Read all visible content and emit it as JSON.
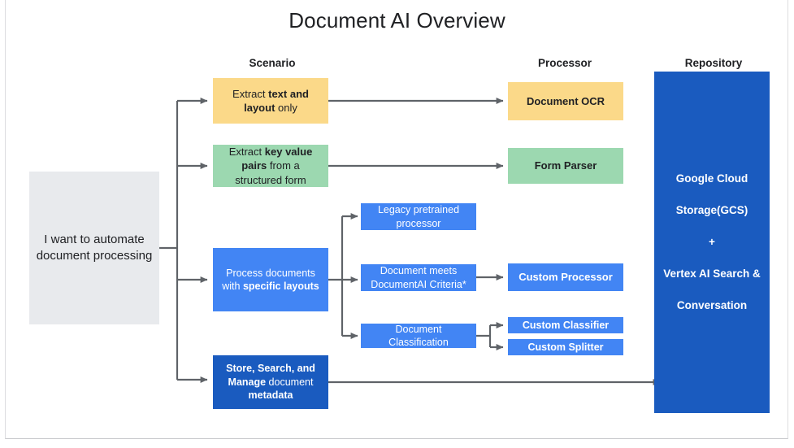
{
  "diagram": {
    "title": "Document AI Overview",
    "columns": [
      {
        "key": "scenario",
        "label": "Scenario"
      },
      {
        "key": "processor",
        "label": "Processor"
      },
      {
        "key": "repository",
        "label": "Repository"
      }
    ],
    "colors": {
      "gray": "#e8eaed",
      "yellow": "#fbd989",
      "green": "#9cd8b0",
      "blue": "#4285f4",
      "dark_blue": "#1a5bbf",
      "arrow": "#5f6368",
      "text": "#202124",
      "text_inverse": "#ffffff"
    },
    "entry": {
      "label": "I want to automate document processing"
    },
    "scenarios": [
      {
        "id": "extract-text-layout",
        "color": "yellow",
        "parts": [
          {
            "text": "Extract ",
            "bold": false
          },
          {
            "text": "text and layout",
            "bold": true
          },
          {
            "text": " only",
            "bold": false
          }
        ]
      },
      {
        "id": "extract-key-value",
        "color": "green",
        "parts": [
          {
            "text": "Extract ",
            "bold": false
          },
          {
            "text": "key value pairs",
            "bold": true
          },
          {
            "text": " from a structured form",
            "bold": false
          }
        ]
      },
      {
        "id": "process-specific-layouts",
        "color": "blue",
        "parts": [
          {
            "text": "Process documents with ",
            "bold": false
          },
          {
            "text": "specific layouts",
            "bold": true
          }
        ]
      },
      {
        "id": "store-search-manage",
        "color": "dark_blue",
        "parts": [
          {
            "text": "Store, Search, and Manage",
            "bold": true
          },
          {
            "text": " document ",
            "bold": false
          },
          {
            "text": "metadata",
            "bold": true
          }
        ]
      }
    ],
    "criteria": [
      {
        "id": "legacy-pretrained-processor",
        "label": "Legacy pretrained processor",
        "color": "blue"
      },
      {
        "id": "document-meets-criteria",
        "label": "Document meets DocumentAI Criteria*",
        "color": "blue"
      },
      {
        "id": "document-classification",
        "label": "Document Classification",
        "color": "blue"
      }
    ],
    "processors": [
      {
        "id": "document-ocr",
        "label": "Document OCR",
        "color": "yellow"
      },
      {
        "id": "form-parser",
        "label": "Form Parser",
        "color": "green"
      },
      {
        "id": "custom-processor",
        "label": "Custom Processor",
        "color": "blue"
      },
      {
        "id": "custom-classifier",
        "label": "Custom Classifier",
        "color": "blue"
      },
      {
        "id": "custom-splitter",
        "label": "Custom Splitter",
        "color": "blue"
      }
    ],
    "repository": {
      "id": "repository-node",
      "lines": [
        "Google Cloud Storage(GCS)",
        "+",
        "Vertex AI Search & Conversation"
      ],
      "line1": "Google Cloud",
      "line2": "Storage(GCS)",
      "line3": "+",
      "line4": "Vertex AI Search &",
      "line5": "Conversation"
    }
  }
}
